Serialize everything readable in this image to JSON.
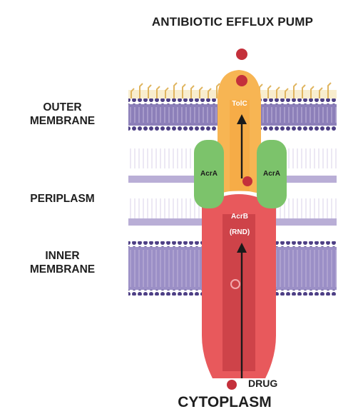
{
  "title": "ANTIBIOTIC EFFLUX PUMP",
  "labels": {
    "outer_membrane": [
      "OUTER",
      "MEMBRANE"
    ],
    "periplasm": "PERIPLASM",
    "inner_membrane": [
      "INNER",
      "MEMBRANE"
    ],
    "drug": "DRUG",
    "cytoplasm": "CYTOPLASM"
  },
  "proteins": {
    "tolc": "TolC",
    "acra_left": "AcrA",
    "acra_right": "AcrA",
    "acrb": "AcrB",
    "rnd": "(RND)"
  },
  "colors": {
    "tolc": "#f7b553",
    "acra": "#7cc36b",
    "acrb": "#e8595c",
    "acrb_channel": "#c63c43",
    "drug": "#c4303b",
    "membrane_band": "#6a5aa0",
    "lipid_tail": "#cfc6e2",
    "lps": "#e7c272"
  }
}
